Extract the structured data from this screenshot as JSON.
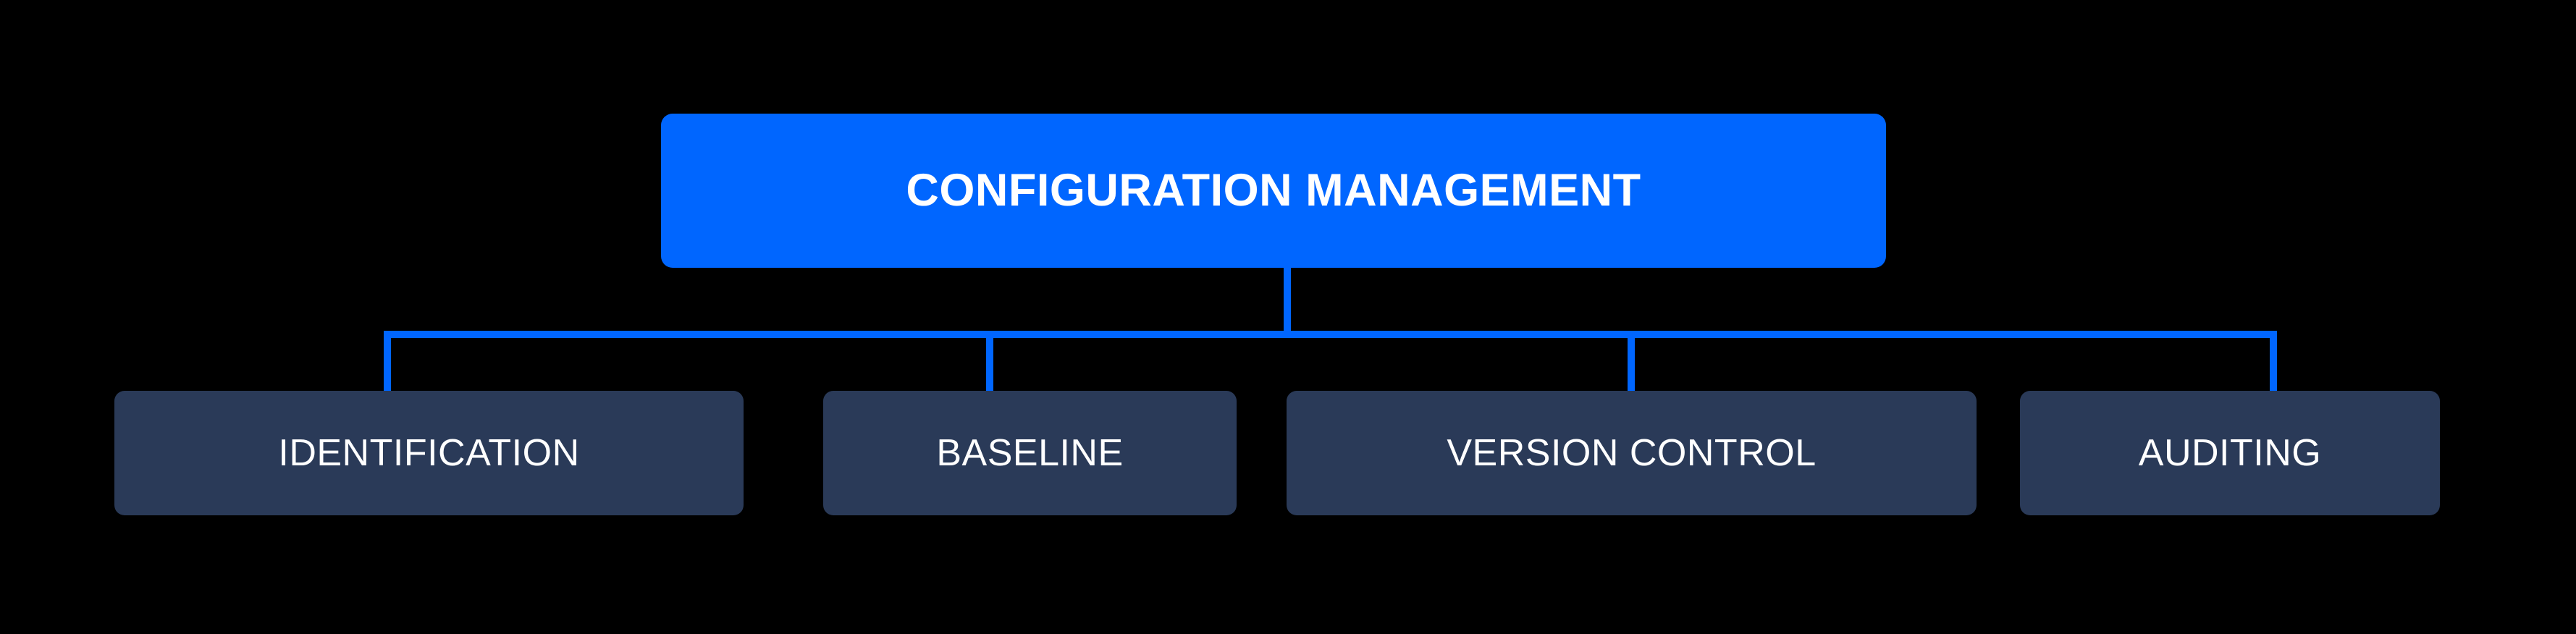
{
  "diagram": {
    "type": "hierarchy-tree",
    "background_color": "#000000",
    "accent_color": "#0066FF",
    "node_color": "#2A3A58",
    "text_color": "#FFFFFF",
    "root": {
      "label": "CONFIGURATION MANAGEMENT"
    },
    "children": [
      {
        "label": "IDENTIFICATION"
      },
      {
        "label": "BASELINE"
      },
      {
        "label": "VERSION CONTROL"
      },
      {
        "label": "AUDITING"
      }
    ]
  }
}
